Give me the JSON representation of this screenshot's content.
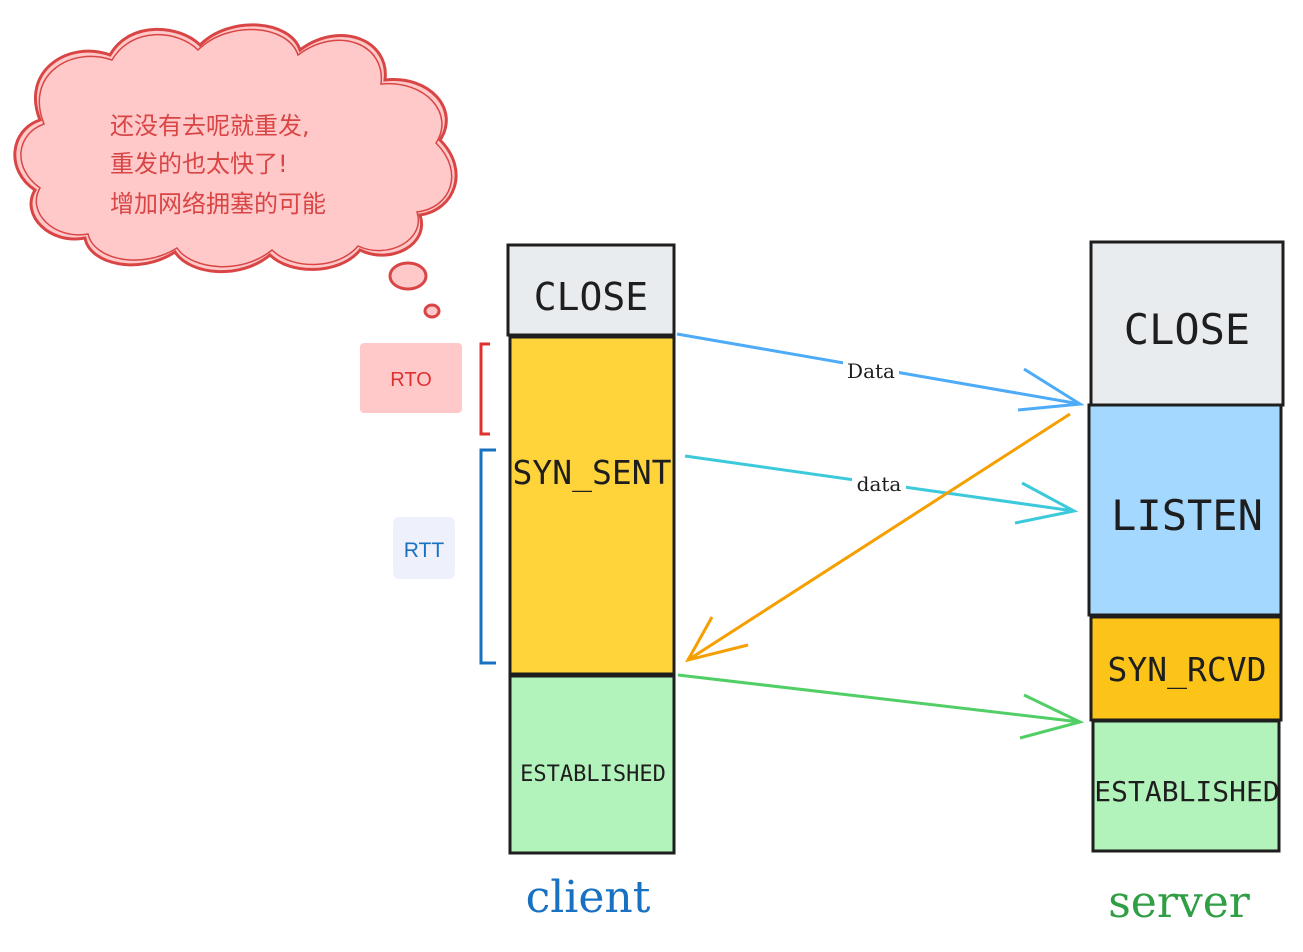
{
  "cloud": {
    "lines": [
      "还没有去呢就重发,",
      "重发的也太快了!",
      "增加网络拥塞的可能"
    ],
    "color": "#d94545",
    "fill": "#ffc9c9"
  },
  "rto": {
    "label": "RTO",
    "color": "#e03131",
    "bg": "#ffc9c9"
  },
  "rtt": {
    "label": "RTT",
    "color": "#1971c2",
    "bg": "#eef0fb"
  },
  "client": {
    "title": "client",
    "title_color": "#1971c2",
    "states": [
      {
        "label": "CLOSE",
        "fill": "#e9ecef"
      },
      {
        "label": "SYN_SENT",
        "fill": "#ffd43b"
      },
      {
        "label": "ESTABLISHED",
        "fill": "#b2f2bb"
      }
    ]
  },
  "server": {
    "title": "server",
    "title_color": "#2f9e44",
    "states": [
      {
        "label": "CLOSE",
        "fill": "#e9ecef"
      },
      {
        "label": "LISTEN",
        "fill": "#a5d8ff"
      },
      {
        "label": "SYN_RCVD",
        "fill": "#fcc419"
      },
      {
        "label": "ESTABLISHED",
        "fill": "#b2f2bb"
      }
    ]
  },
  "messages": [
    {
      "label": "Data",
      "color": "#4dabf7"
    },
    {
      "label": "data",
      "color": "#3bc9db"
    },
    {
      "label": "",
      "color": "#f59f00"
    },
    {
      "label": "",
      "color": "#51cf66"
    }
  ]
}
